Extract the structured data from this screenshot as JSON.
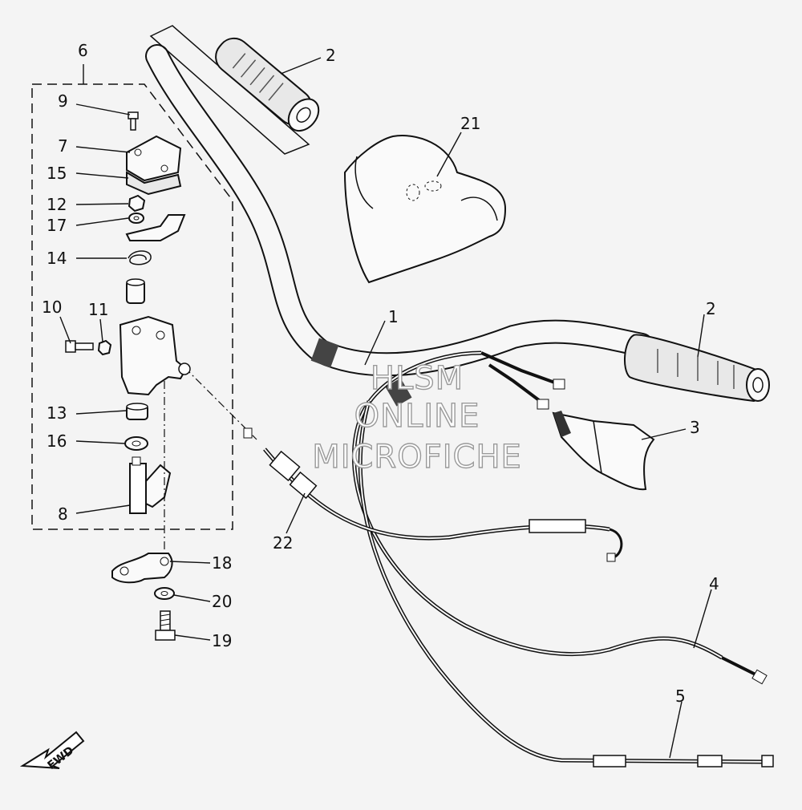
{
  "diagram": {
    "callouts": [
      {
        "id": "c1",
        "label": "1"
      },
      {
        "id": "c2a",
        "label": "2"
      },
      {
        "id": "c2b",
        "label": "2"
      },
      {
        "id": "c3",
        "label": "3"
      },
      {
        "id": "c4",
        "label": "4"
      },
      {
        "id": "c5",
        "label": "5"
      },
      {
        "id": "c6",
        "label": "6"
      },
      {
        "id": "c7",
        "label": "7"
      },
      {
        "id": "c8",
        "label": "8"
      },
      {
        "id": "c9",
        "label": "9"
      },
      {
        "id": "c10",
        "label": "10"
      },
      {
        "id": "c11",
        "label": "11"
      },
      {
        "id": "c12",
        "label": "12"
      },
      {
        "id": "c13",
        "label": "13"
      },
      {
        "id": "c14",
        "label": "14"
      },
      {
        "id": "c15",
        "label": "15"
      },
      {
        "id": "c16",
        "label": "16"
      },
      {
        "id": "c17",
        "label": "17"
      },
      {
        "id": "c18",
        "label": "18"
      },
      {
        "id": "c19",
        "label": "19"
      },
      {
        "id": "c20",
        "label": "20"
      },
      {
        "id": "c21",
        "label": "21"
      },
      {
        "id": "c22",
        "label": "22"
      }
    ],
    "direction_arrow": {
      "label": "FWD"
    },
    "watermark": {
      "lines": [
        "HLSM",
        "ONLINE",
        "MICROFICHE"
      ]
    }
  }
}
